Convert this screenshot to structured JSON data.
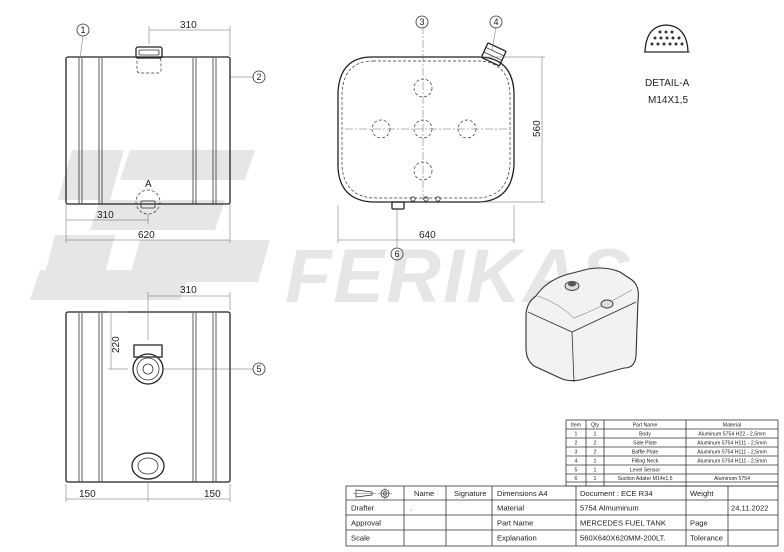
{
  "watermark": {
    "brand": "FERIKAS"
  },
  "balloons": [
    "1",
    "2",
    "3",
    "4",
    "5",
    "6"
  ],
  "front_view": {
    "dim_top": "310",
    "dim_bottom_half": "310",
    "dim_width": "620",
    "detail_ref": "A"
  },
  "side_view": {
    "dim_height": "560",
    "dim_width": "640"
  },
  "top_view": {
    "dim_top": "310",
    "dim_vertical": "220",
    "dim_left": "150",
    "dim_right": "150"
  },
  "detail": {
    "title": "DETAIL-A",
    "thread": "M14X1,5"
  },
  "parts_list": {
    "headers": [
      "Item",
      "Qty",
      "Part Name",
      "Material"
    ],
    "rows": [
      [
        "1",
        "1",
        "Body",
        "Aluminum 5754 H22 - 2,5mm"
      ],
      [
        "2",
        "2",
        "Side Plate",
        "Aluminum 5754 H111 - 2,5mm"
      ],
      [
        "3",
        "2",
        "Baffle Plate",
        "Aluminum 5754 H111 - 2,5mm"
      ],
      [
        "4",
        "1",
        "Filling Neck",
        "Aluminum 5754 H111 - 2,5mm"
      ],
      [
        "5",
        "1",
        "Level Sensor",
        ""
      ],
      [
        "6",
        "1",
        "Suction Adater M14x1,5",
        "Aluminum 5754"
      ]
    ]
  },
  "title_block": {
    "name_label": "Name",
    "signature_label": "Signature",
    "dimensions": "Dimensions  A4",
    "document": "Document : ECE R34",
    "weight_label": "Weight",
    "drafter_label": "Drafter",
    "drafter_name": ".",
    "material_label": "Material",
    "material_value": "5754 Almuminum",
    "date": "24.11.2022",
    "approval_label": "Approval",
    "part_name_label": "Part Name",
    "part_name_value": "MERCEDES FUEL TANK",
    "page_label": "Page",
    "scale_label": "Scale",
    "explanation_label": "Explanation",
    "explanation_value": "560X640X620MM-200LT.",
    "tolerance_label": "Tolerance"
  }
}
